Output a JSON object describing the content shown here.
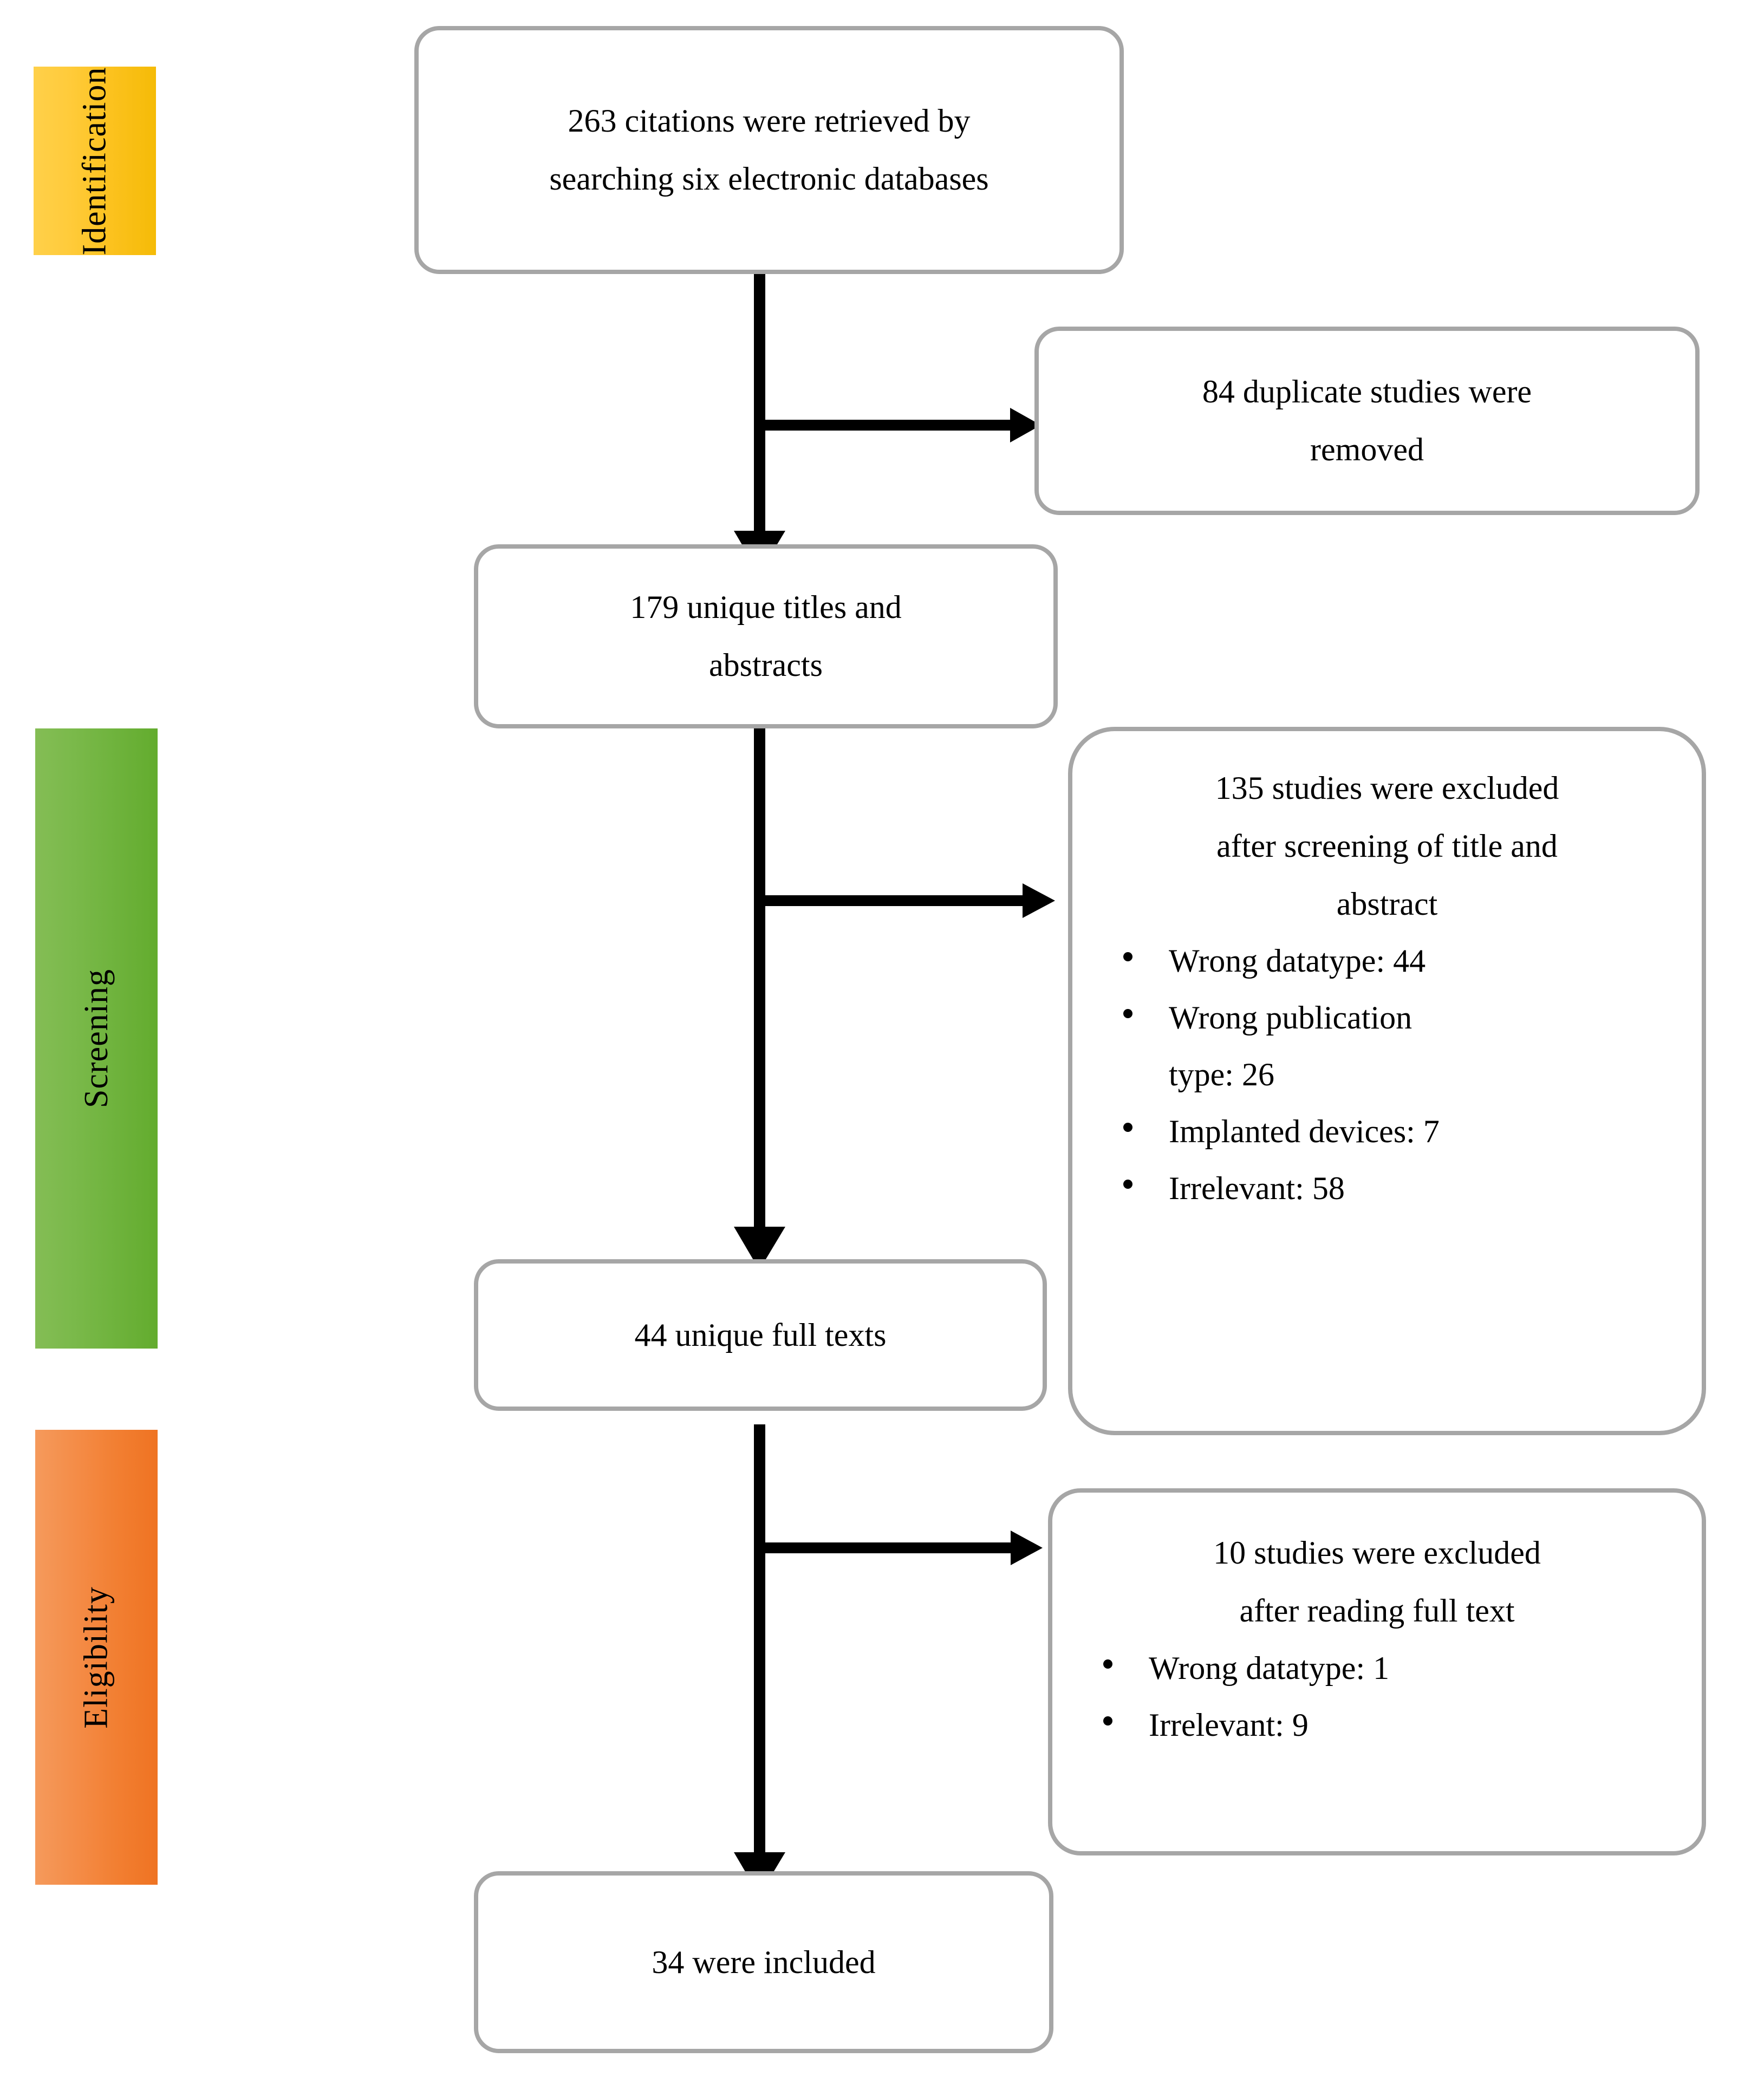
{
  "diagram": {
    "title": "PRISMA study selection flow diagram",
    "accent_colors": {
      "identification": "#FFCB3A",
      "screening": "#7AB94A",
      "eligibility": "#F48C47",
      "box_border": "#A6A6A6",
      "connector": "#000000"
    }
  },
  "phases": [
    {
      "id": "identification",
      "label": "Identification"
    },
    {
      "id": "screening",
      "label": "Screening"
    },
    {
      "id": "eligibility",
      "label": "Eligibility"
    }
  ],
  "boxes": {
    "retrieved": {
      "lines": [
        "263 citations were retrieved by",
        "searching six electronic databases"
      ]
    },
    "duplicates_removed": {
      "lines": [
        "84 duplicate studies were",
        "removed"
      ]
    },
    "unique_titles_abstracts": {
      "lines": [
        "179 unique titles and",
        "abstracts"
      ]
    },
    "excluded_title_abstract": {
      "heading": [
        "135 studies were excluded",
        "after screening of title and",
        "abstract"
      ],
      "reasons": [
        "Wrong datatype: 44",
        "Wrong publication",
        "type: 26",
        "Implanted devices: 7",
        "Irrelevant: 58"
      ]
    },
    "unique_full_texts": {
      "lines": [
        "44 unique full texts"
      ]
    },
    "excluded_full_text": {
      "heading": [
        "10 studies were excluded",
        "after reading full text"
      ],
      "reasons": [
        "Wrong datatype: 1",
        "Irrelevant: 9"
      ]
    },
    "included": {
      "lines": [
        "34 were included"
      ]
    }
  },
  "chart_data": {
    "type": "table",
    "title": "PRISMA study selection counts",
    "categories": [
      "Citations retrieved",
      "Duplicates removed",
      "Unique titles and abstracts",
      "Excluded after title/abstract screening",
      "Unique full texts",
      "Excluded after full-text reading",
      "Included"
    ],
    "values": [
      263,
      84,
      179,
      135,
      44,
      10,
      34
    ],
    "exclusion_breakdown_title_abstract": {
      "Wrong datatype": 44,
      "Wrong publication type": 26,
      "Implanted devices": 7,
      "Irrelevant": 58
    },
    "exclusion_breakdown_full_text": {
      "Wrong datatype": 1,
      "Irrelevant": 9
    }
  }
}
